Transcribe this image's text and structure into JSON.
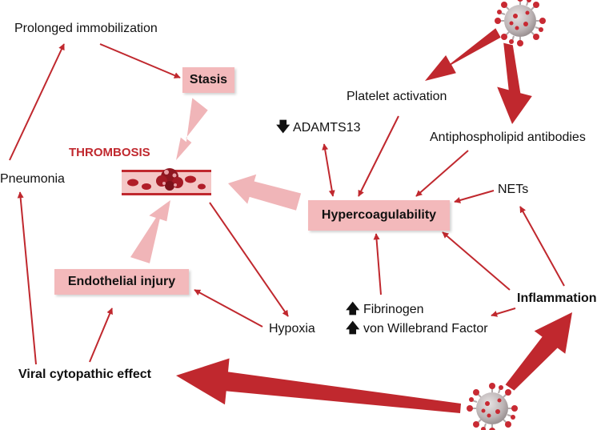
{
  "nodes": {
    "prolonged_immobilization": "Prolonged immobilization",
    "stasis": "Stasis",
    "thrombosis": "THROMBOSIS",
    "pneumonia": "Pneumonia",
    "endothelial_injury": "Endothelial injury",
    "viral_cytopathic_effect": "Viral cytopathic effect",
    "hypoxia": "Hypoxia",
    "platelet_activation": "Platelet activation",
    "adamts13": "ADAMTS13",
    "antiphospholipid_antibodies": "Antiphospholipid antibodies",
    "nets": "NETs",
    "hypercoagulability": "Hypercoagulability",
    "fibrinogen": "Fibrinogen",
    "von_willebrand_factor": "von Willebrand Factor",
    "inflammation": "Inflammation"
  },
  "indicators": {
    "adamts13": "down",
    "fibrinogen": "up",
    "von_willebrand_factor": "up"
  },
  "colors": {
    "arrow": "#c0282e",
    "box_fill": "#f3b9bb",
    "thick_arrow": "#f0b5b8",
    "title": "#c0282e",
    "virus": "#c82a33"
  },
  "icons": [
    "virus-icon",
    "blood-vessel-clot-icon"
  ]
}
